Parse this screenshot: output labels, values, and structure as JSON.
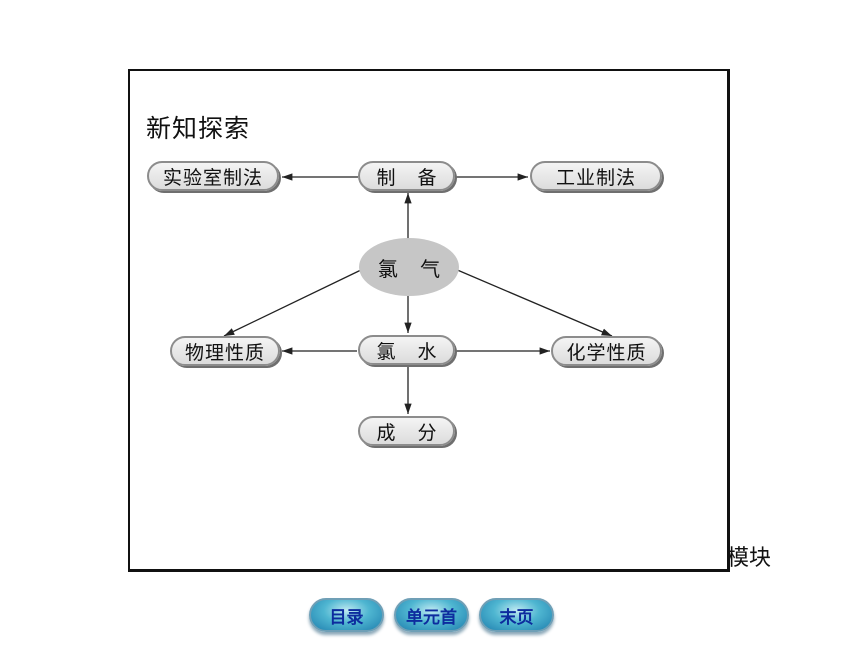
{
  "diagram": {
    "heading": "新知探索",
    "center": "氯 气",
    "nodes": {
      "preparation": "制 备",
      "lab_method": "实验室制法",
      "industrial_method": "工业制法",
      "chlorine_water": "氯 水",
      "physical_properties": "物理性质",
      "chemical_properties": "化学性质",
      "composition": "成 分"
    },
    "edges": [
      [
        "center",
        "preparation"
      ],
      [
        "preparation",
        "lab_method"
      ],
      [
        "preparation",
        "industrial_method"
      ],
      [
        "center",
        "chlorine_water"
      ],
      [
        "center",
        "physical_properties"
      ],
      [
        "center",
        "chemical_properties"
      ],
      [
        "chlorine_water",
        "physical_properties"
      ],
      [
        "chlorine_water",
        "chemical_properties"
      ],
      [
        "chlorine_water",
        "composition"
      ]
    ]
  },
  "side_text": "模块",
  "nav": {
    "contents": "目录",
    "unit_home": "单元首",
    "last_page": "末页"
  },
  "colors": {
    "pill_border": "#8c8c8c",
    "ellipse_fill": "#c6c6c6",
    "nav_text": "#0d2c9e",
    "nav_fill": "#4fb6d1"
  }
}
